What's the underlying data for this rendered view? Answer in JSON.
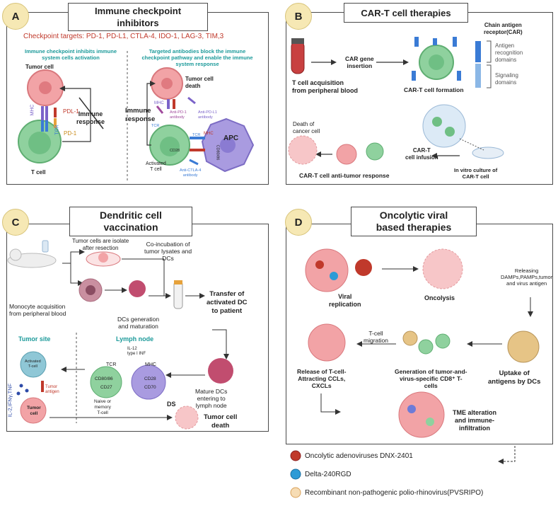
{
  "panelA": {
    "badge": "A",
    "title_line1": "Immune checkpoint",
    "title_line2": "inhibitors",
    "checkpoint_targets": "Checkpoint targets: PD-1, PD-L1, CTLA-4, IDO-1, LAG-3, TIM,3",
    "left_heading_line1": "Immune checkpoint inhibits immune",
    "left_heading_line2": "system cells activation",
    "right_heading_line1": "Targeted antibodies block the immune",
    "right_heading_line2": "checkpoint pathway and enable the immune",
    "right_heading_line3": "system response",
    "tumor_cell": "Tumor cell",
    "mhc": "MHC",
    "pdl1": "PDL-1",
    "tcr": "TCR",
    "pd1": "PD-1",
    "immune_response_struck": "Immune",
    "immune_response_struck2": "response",
    "t_cell": "T cell",
    "tumor_cell_death_1": "Tumor cell",
    "tumor_cell_death_2": "death",
    "immune_response_1": "Immune",
    "immune_response_2": "response",
    "mhc_r": "MHC",
    "anti_pd1_1": "Anti-PD-1",
    "anti_pd1_2": "antibody",
    "anti_pdl1_1": "Anti-PD-L1",
    "anti_pdl1_2": "antibody",
    "tcr_r": "TCR",
    "tcr_r2": "TCR",
    "mhc_r2": "MHC",
    "cd28": "CD28",
    "cd80_86": "CD80/86",
    "apc": "APC",
    "activated_1": "Activated",
    "activated_2": "T cell",
    "anti_ctla4_1": "Anti-CTLA-4",
    "anti_ctla4_2": "antibody"
  },
  "panelB": {
    "badge": "B",
    "title": "CAR-T cell therapies",
    "t_cell_acq_1": "T cell acquisition",
    "t_cell_acq_2": "from peripheral blood",
    "car_gene_1": "CAR gene",
    "car_gene_2": "insertion",
    "cart_formation": "CAR-T cell formation",
    "chain_1": "Chain antigen",
    "chain_2": "receptor(CAR)",
    "antigen_1": "Antigen",
    "antigen_2": "recognition",
    "antigen_3": "domains",
    "signaling_1": "Signaling",
    "signaling_2": "domains",
    "death_1": "Death of",
    "death_2": "cancer cell",
    "cart_infusion_1": "CAR-T",
    "cart_infusion_2": "cell infusion",
    "anti_tumor": "CAR-T cell anti-tumor response",
    "in_vitro_1": "In vitro culture of",
    "in_vitro_2": "CAR-T cell"
  },
  "panelC": {
    "badge": "C",
    "title_line1": "Dendritic cell",
    "title_line2": "vaccination",
    "isolate_1": "Tumor cells are isolate",
    "isolate_2": "after resection",
    "coinc_1": "Co-incubation of",
    "coinc_2": "tumor lysates and",
    "coinc_3": "DCs",
    "monocyte_1": "Monocyte acquisition",
    "monocyte_2": "from peripheral blood",
    "dcs_gen_1": "DCs generation",
    "dcs_gen_2": "and maturation",
    "transfer_1": "Transfer of",
    "transfer_2": "activated DC",
    "transfer_3": "to patient",
    "tumor_site": "Tumor site",
    "lymph_node": "Lymph node",
    "activated_tcell_1": "Activated",
    "activated_tcell_2": "T-cell",
    "il2": "IL-2,IFNγ,TNF",
    "tumor_antigen_1": "Tumor",
    "tumor_antigen_2": "antigen",
    "tumor_cell_1": "Tumor",
    "tumor_cell_2": "cell",
    "il12_1": "IL-12",
    "il12_2": "type I INF",
    "tcr": "TCR",
    "mhc": "MHC",
    "cd80": "CD80/86",
    "cd28": "CD28",
    "cd27": "CD27",
    "cd70": "CD70",
    "naive_1": "Naive or",
    "naive_2": "memory",
    "naive_3": "T-cell",
    "ds": "DS",
    "mature_1": "Mature DCs",
    "mature_2": "entering to",
    "mature_3": "lymph node",
    "tumor_death_1": "Tumor cell",
    "tumor_death_2": "death"
  },
  "panelD": {
    "badge": "D",
    "title_line1": "Oncolytic viral",
    "title_line2": "based therapies",
    "viral_1": "Viral",
    "viral_2": "replication",
    "oncolysis": "Oncolysis",
    "releasing_1": "Releasing",
    "releasing_2": "DAMPs,PAMPs,tumor",
    "releasing_3": "and virus antigen",
    "tcell_mig_1": "T-cell",
    "tcell_mig_2": "migration",
    "release_1": "Release of T-cell-",
    "release_2": "Attracting CCLs,",
    "release_3": "CXCLs",
    "generation_1": "Generation of tumor-and-",
    "generation_2": "virus-specific CD8⁺ T-",
    "generation_3": "cells",
    "uptake_1": "Uptake of",
    "uptake_2": "antigens by DCs",
    "tme_1": "TME alteration",
    "tme_2": "and immune-",
    "tme_3": "infiltration"
  },
  "legend": {
    "item1": "Oncolytic adenoviruses DNX-2401",
    "item2": "Delta-240RGD",
    "item3": "Recombinant non-pathogenic polio-rhinovirus(PVSRIPO)"
  },
  "colors": {
    "tumor": "#f2a3a6",
    "tcell": "#8fd19e",
    "apc": "#a99be0",
    "teal": "#1c9a9a",
    "red": "#c0392b",
    "badge": "#f6e8b4"
  }
}
